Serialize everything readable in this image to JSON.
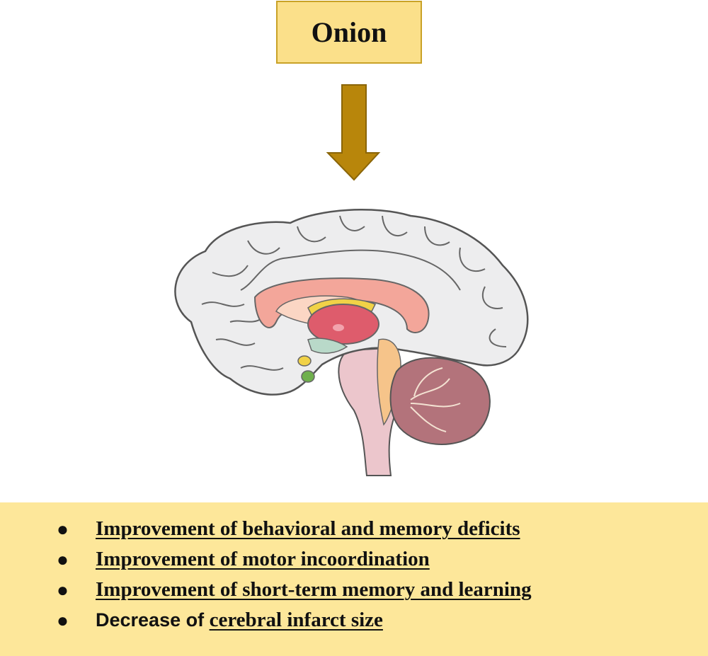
{
  "title": "Onion",
  "colors": {
    "title_fill": "#fbe08a",
    "title_border": "#c9a227",
    "arrow": "#b8860b",
    "panel": "#fde79a"
  },
  "icons": [
    "down-arrow-icon",
    "brain-sagittal-illustration"
  ],
  "effects": {
    "item1": "Improvement of behavioral and memory deficits",
    "item2": "Improvement of motor incoordination",
    "item3": "Improvement of short-term memory and learning",
    "item4_prefix": "Decrease of ",
    "item4_underlined": "cerebral infarct size"
  }
}
